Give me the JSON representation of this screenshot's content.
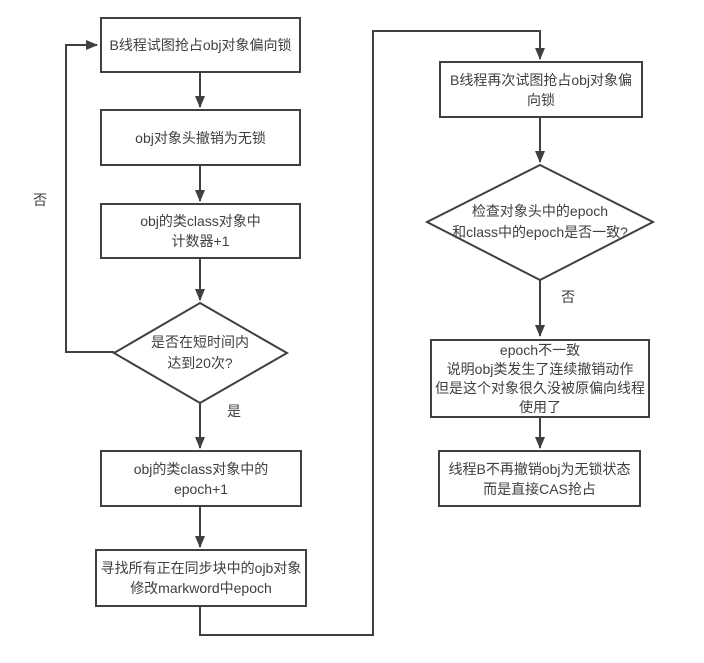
{
  "diagram": {
    "title": "biased-lock-revocation-flowchart",
    "colors": {
      "line": "#404040",
      "text": "#3f3f3f",
      "background": "#ffffff"
    },
    "nodes": {
      "try_acquire": {
        "type": "process",
        "text": "B线程试图抢占obj对象偏向锁"
      },
      "revoke_lockfree": {
        "type": "process",
        "text": "obj对象头撤销为无锁"
      },
      "counter_inc": {
        "type": "process",
        "text": "obj的类class对象中\n计数器+1"
      },
      "short_time": {
        "type": "decision",
        "text": "是否在短时间内\n达到20次?"
      },
      "epoch_inc": {
        "type": "process",
        "text": "obj的类class对象中的\nepoch+1"
      },
      "update_markword": {
        "type": "process",
        "text": "寻找所有正在同步块中的ojb对象\n修改markword中epoch"
      },
      "retry_acquire": {
        "type": "process",
        "text": "B线程再次试图抢占obj对象偏\n向锁"
      },
      "epoch_check": {
        "type": "decision",
        "text": "检查对象头中的epoch\n和class中的epoch是否一致?"
      },
      "epoch_mismatch": {
        "type": "process",
        "text": "epoch不一致\n说明obj类发生了连续撤销动作\n但是这个对象很久没被原偏向线程\n使用了"
      },
      "cas_acquire": {
        "type": "process",
        "text": "线程B不再撤销obj为无锁状态\n而是直接CAS抢占"
      }
    },
    "edge_labels": {
      "short_time_no": "否",
      "short_time_yes": "是",
      "epoch_check_no": "否"
    }
  }
}
